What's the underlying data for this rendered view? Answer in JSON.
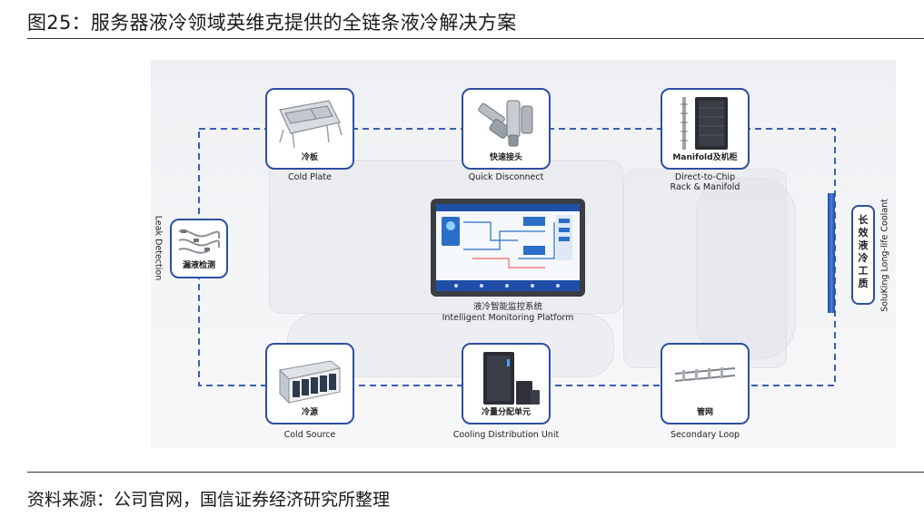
{
  "figure": {
    "title": "图25：服务器液冷领域英维克提供的全链条液冷解决方案",
    "source": "资料来源：公司官网，国信证券经济研究所整理"
  },
  "diagram": {
    "nodes": [
      {
        "id": "cold-plate",
        "label_cn": "冷板",
        "label_en": "Cold Plate"
      },
      {
        "id": "quick-disconnect",
        "label_cn": "快速接头",
        "label_en": "Quick Disconnect"
      },
      {
        "id": "rack-manifold",
        "label_cn": "Manifold及机柜",
        "label_en_1": "Direct-to-Chip",
        "label_en_2": "Rack & Manifold"
      },
      {
        "id": "leak-detection",
        "label_cn": "漏液检测",
        "label_en": "Leak Detection"
      },
      {
        "id": "monitoring",
        "label_cn": "液冷智能监控系统",
        "label_en": "Intelligent Monitoring Platform"
      },
      {
        "id": "coolant",
        "label_cn": "长效液冷工质",
        "label_en": "SoluKing Long-life Coolant"
      },
      {
        "id": "cold-source",
        "label_cn": "冷源",
        "label_en": "Cold Source"
      },
      {
        "id": "cdu",
        "label_cn": "冷量分配单元",
        "label_en": "Cooling Distribution Unit"
      },
      {
        "id": "secondary-loop",
        "label_cn": "管网",
        "label_en": "Secondary Loop"
      }
    ],
    "coolant_chars": [
      "长",
      "效",
      "液",
      "冷",
      "工",
      "质"
    ],
    "colors": {
      "border": "#2e4fa0",
      "loop": "#3a5fb0",
      "bar": "#2a55b5"
    }
  }
}
